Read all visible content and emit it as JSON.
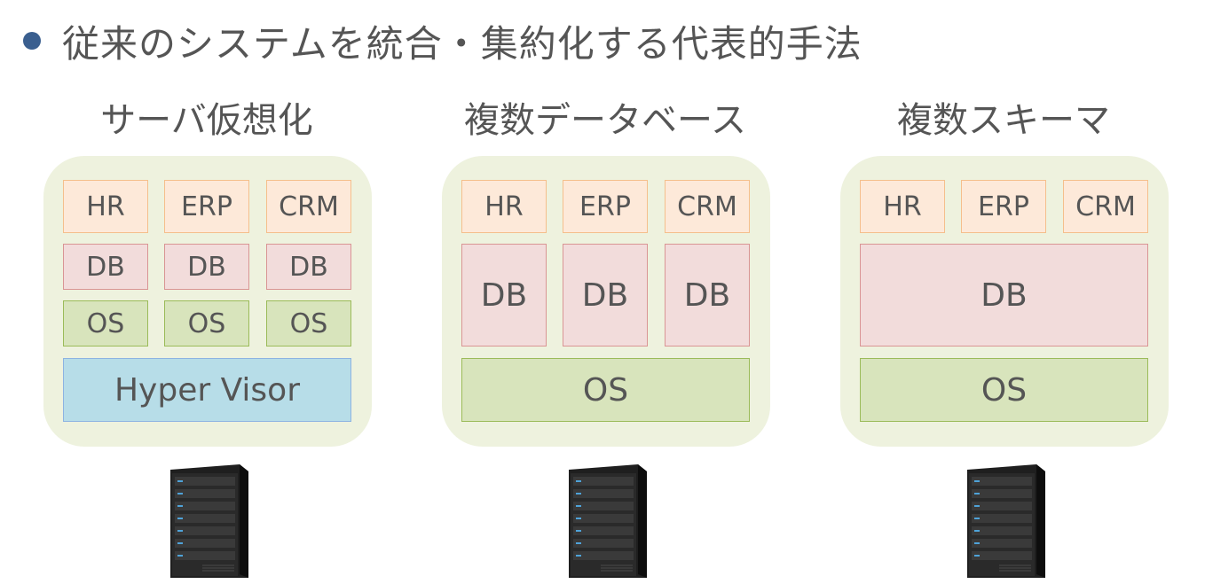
{
  "heading": "従来のシステムを統合・集約化する代表的手法",
  "columns": [
    {
      "title": "サーバ仮想化",
      "apps": [
        "HR",
        "ERP",
        "CRM"
      ],
      "dbs": [
        "DB",
        "DB",
        "DB"
      ],
      "oss": [
        "OS",
        "OS",
        "OS"
      ],
      "base": "Hyper Visor"
    },
    {
      "title": "複数データベース",
      "apps": [
        "HR",
        "ERP",
        "CRM"
      ],
      "dbs": [
        "DB",
        "DB",
        "DB"
      ],
      "os": "OS"
    },
    {
      "title": "複数スキーマ",
      "apps": [
        "HR",
        "ERP",
        "CRM"
      ],
      "db": "DB",
      "os": "OS"
    }
  ],
  "colors": {
    "bullet": "#3a5f8f",
    "panel": "#eef2de",
    "app_fill": "#fde9d9",
    "db_fill": "#f2dcdb",
    "os_fill": "#d8e4bc",
    "hypervisor_fill": "#b7dde8"
  },
  "icons": {
    "server": "server-rack-icon"
  }
}
